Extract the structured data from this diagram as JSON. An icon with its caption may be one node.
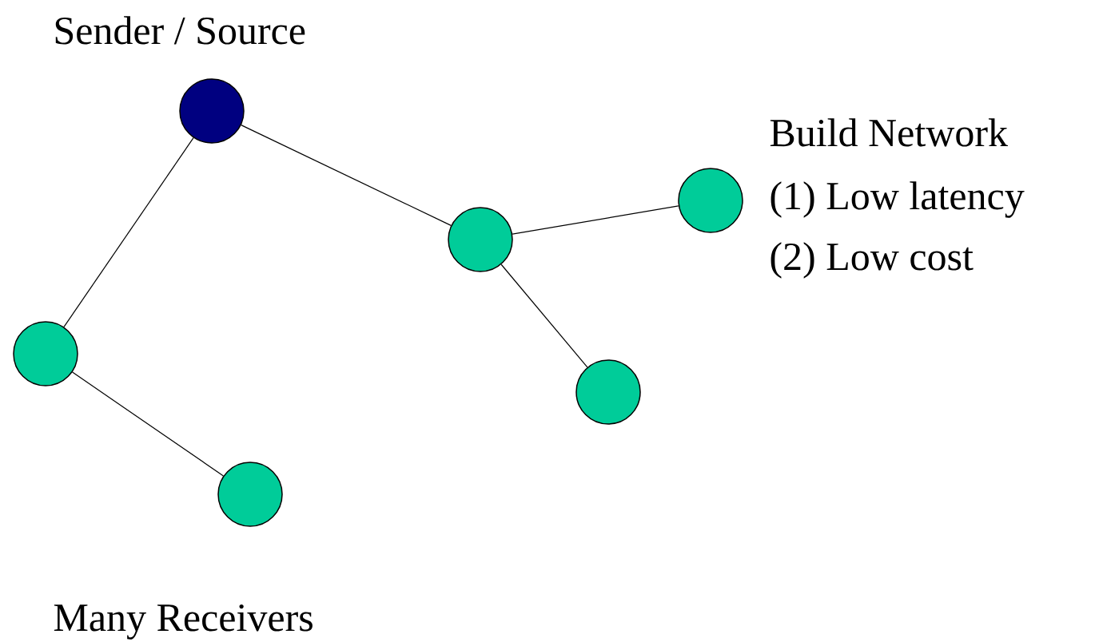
{
  "diagram": {
    "nodes": [
      {
        "text": [],
        "shape": "circle"
      },
      {
        "text": [],
        "shape": "circle"
      },
      {
        "text": [],
        "shape": "circle"
      },
      {
        "text": [],
        "shape": "circle"
      },
      {
        "text": [],
        "shape": "circle"
      },
      {
        "text": [],
        "shape": "circle"
      }
    ],
    "edges": [
      {
        "from": 0,
        "to": 2,
        "arrow": "none"
      },
      {
        "from": 2,
        "to": 1,
        "arrow": "none"
      },
      {
        "from": 2,
        "to": 4,
        "arrow": "none"
      },
      {
        "from": 0,
        "to": 3,
        "arrow": "none"
      },
      {
        "from": 3,
        "to": 5,
        "arrow": "none"
      }
    ],
    "labels": [
      "Sender / Source",
      "Build Network",
      "(1) Low latency",
      "(2) Low cost",
      "Many Receivers"
    ]
  }
}
